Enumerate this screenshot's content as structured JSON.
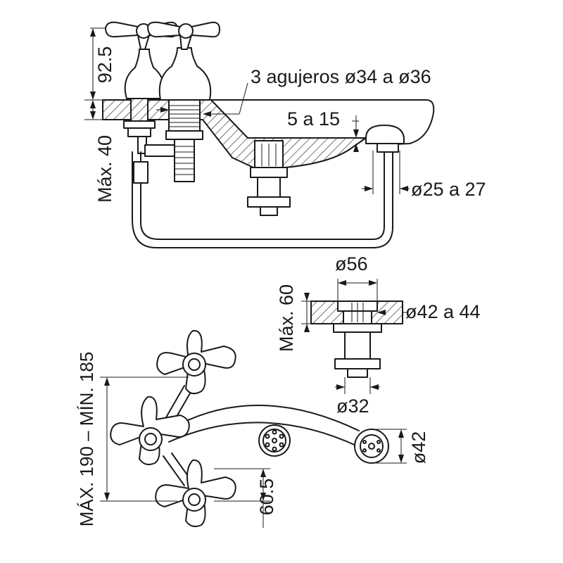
{
  "dimensions": {
    "handle_height": "92.5",
    "max_counter_thickness": "Máx. 40",
    "three_holes": "3 agujeros ø34 a ø36",
    "gap": "5 a 15",
    "drain_hole": "ø25 a 27",
    "diverter_diameter": "ø56",
    "diverter_max_height": "Máx. 60",
    "diverter_hole": "ø42 a 44",
    "diverter_stem": "ø32",
    "spacing_range": "MÁX. 190 – MÍN. 185",
    "spacing": "60.5",
    "spout_outlet": "ø42"
  }
}
